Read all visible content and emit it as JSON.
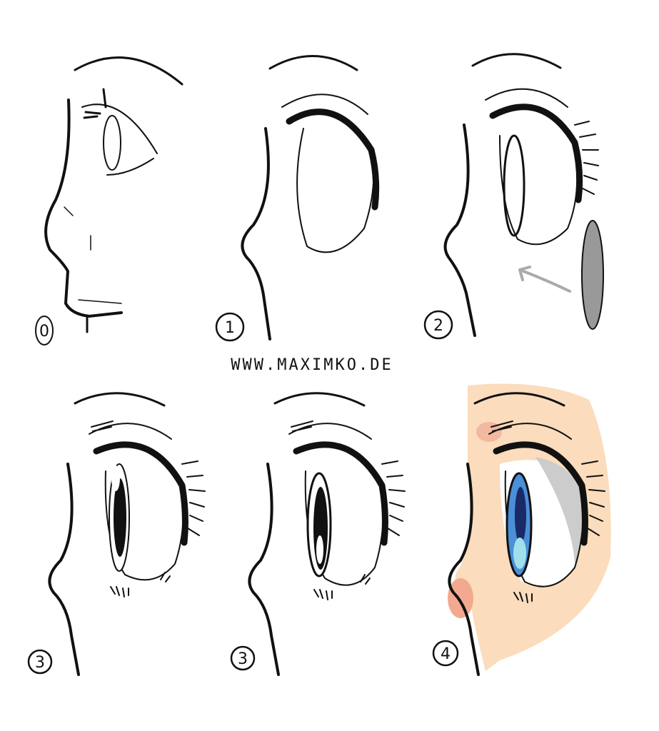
{
  "watermark": "WWW.MAXIMKO.DE",
  "steps": [
    {
      "label": "0"
    },
    {
      "label": "1"
    },
    {
      "label": "2"
    },
    {
      "label": "3"
    },
    {
      "label": "3"
    },
    {
      "label": "4"
    }
  ],
  "colors": {
    "ink": "#111111",
    "skin": "#fbdcbc",
    "blush": "#f2a98f",
    "iris_blue": "#4a8fd8",
    "iris_light": "#9fe0ea",
    "gray_shape": "#999999",
    "arrow": "#aaaaaa"
  }
}
